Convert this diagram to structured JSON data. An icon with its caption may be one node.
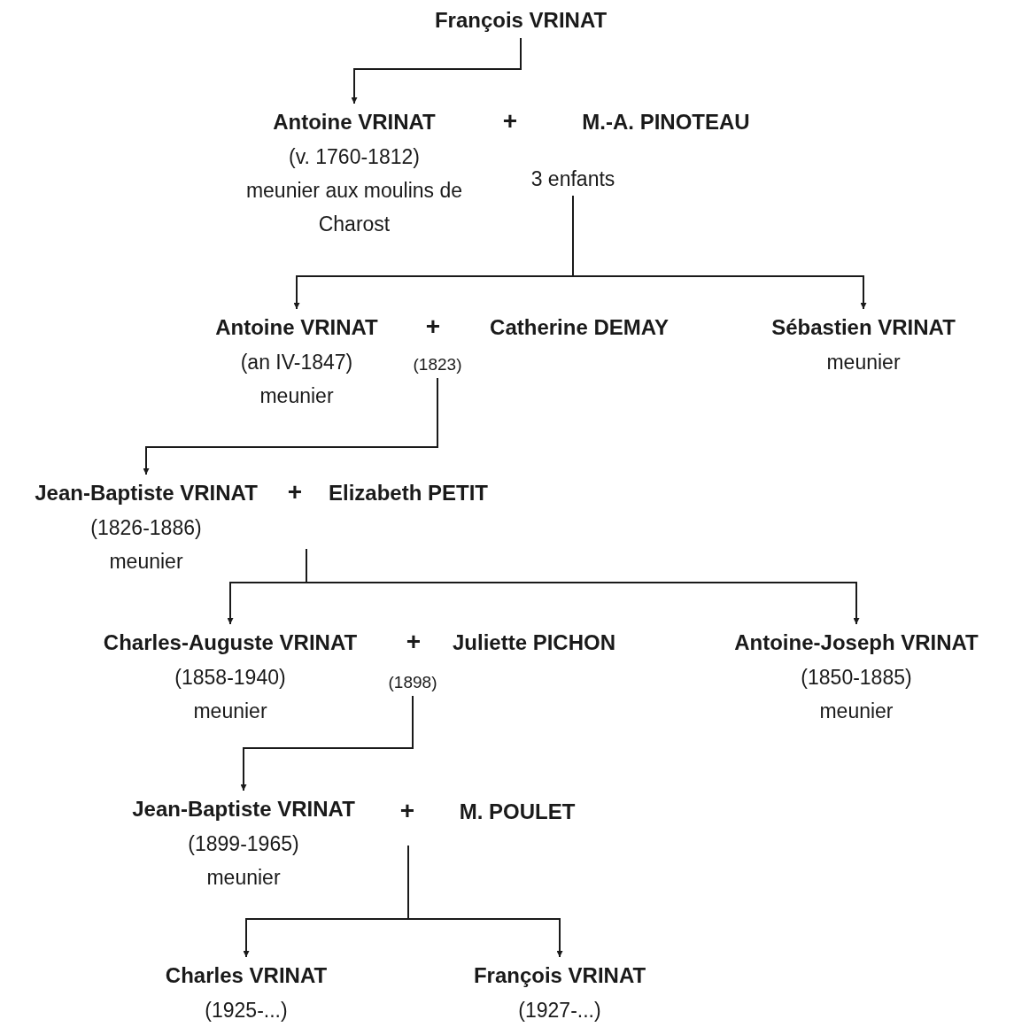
{
  "diagram": {
    "nodes": [
      {
        "text": [
          "François VRINAT"
        ]
      },
      {
        "text": [
          "Antoine VRINAT",
          "(v. 1760-1812)",
          "meunier aux moulins de Charost"
        ]
      },
      {
        "text": [
          "M.-A. PINOTEAU"
        ]
      },
      {
        "text": [
          "3 enfants"
        ]
      },
      {
        "text": [
          "Antoine VRINAT",
          "(an IV-1847)",
          "meunier"
        ]
      },
      {
        "text": [
          "Catherine DEMAY"
        ]
      },
      {
        "text": [
          "(1823)"
        ]
      },
      {
        "text": [
          "Sébastien VRINAT",
          "meunier"
        ]
      },
      {
        "text": [
          "Jean-Baptiste VRINAT",
          "(1826-1886)",
          "meunier"
        ]
      },
      {
        "text": [
          "Elizabeth PETIT"
        ]
      },
      {
        "text": [
          "Charles-Auguste VRINAT",
          "(1858-1940)",
          "meunier"
        ]
      },
      {
        "text": [
          "Juliette PICHON"
        ]
      },
      {
        "text": [
          "(1898)"
        ]
      },
      {
        "text": [
          "Antoine-Joseph VRINAT",
          "(1850-1885)",
          "meunier"
        ]
      },
      {
        "text": [
          "Jean-Baptiste VRINAT",
          "(1899-1965)",
          "meunier"
        ]
      },
      {
        "text": [
          "M. POULET"
        ]
      },
      {
        "text": [
          "Charles VRINAT",
          "(1925-...)"
        ]
      },
      {
        "text": [
          "François VRINAT",
          "(1927-...)"
        ]
      }
    ],
    "edges": [
      {
        "from": 0,
        "to": 1,
        "arrow": "to"
      },
      {
        "from": 3,
        "to": 4,
        "arrow": "to"
      },
      {
        "from": 3,
        "to": 7,
        "arrow": "to"
      },
      {
        "from": 6,
        "to": 8,
        "arrow": "to"
      },
      {
        "from": null,
        "to": 10,
        "arrow": "to"
      },
      {
        "from": null,
        "to": 13,
        "arrow": "to"
      },
      {
        "from": 12,
        "to": 14,
        "arrow": "to"
      },
      {
        "from": null,
        "to": 16,
        "arrow": "to"
      },
      {
        "from": null,
        "to": 17,
        "arrow": "to"
      }
    ],
    "labels": [
      "+",
      "+",
      "+",
      "+",
      "+"
    ]
  }
}
